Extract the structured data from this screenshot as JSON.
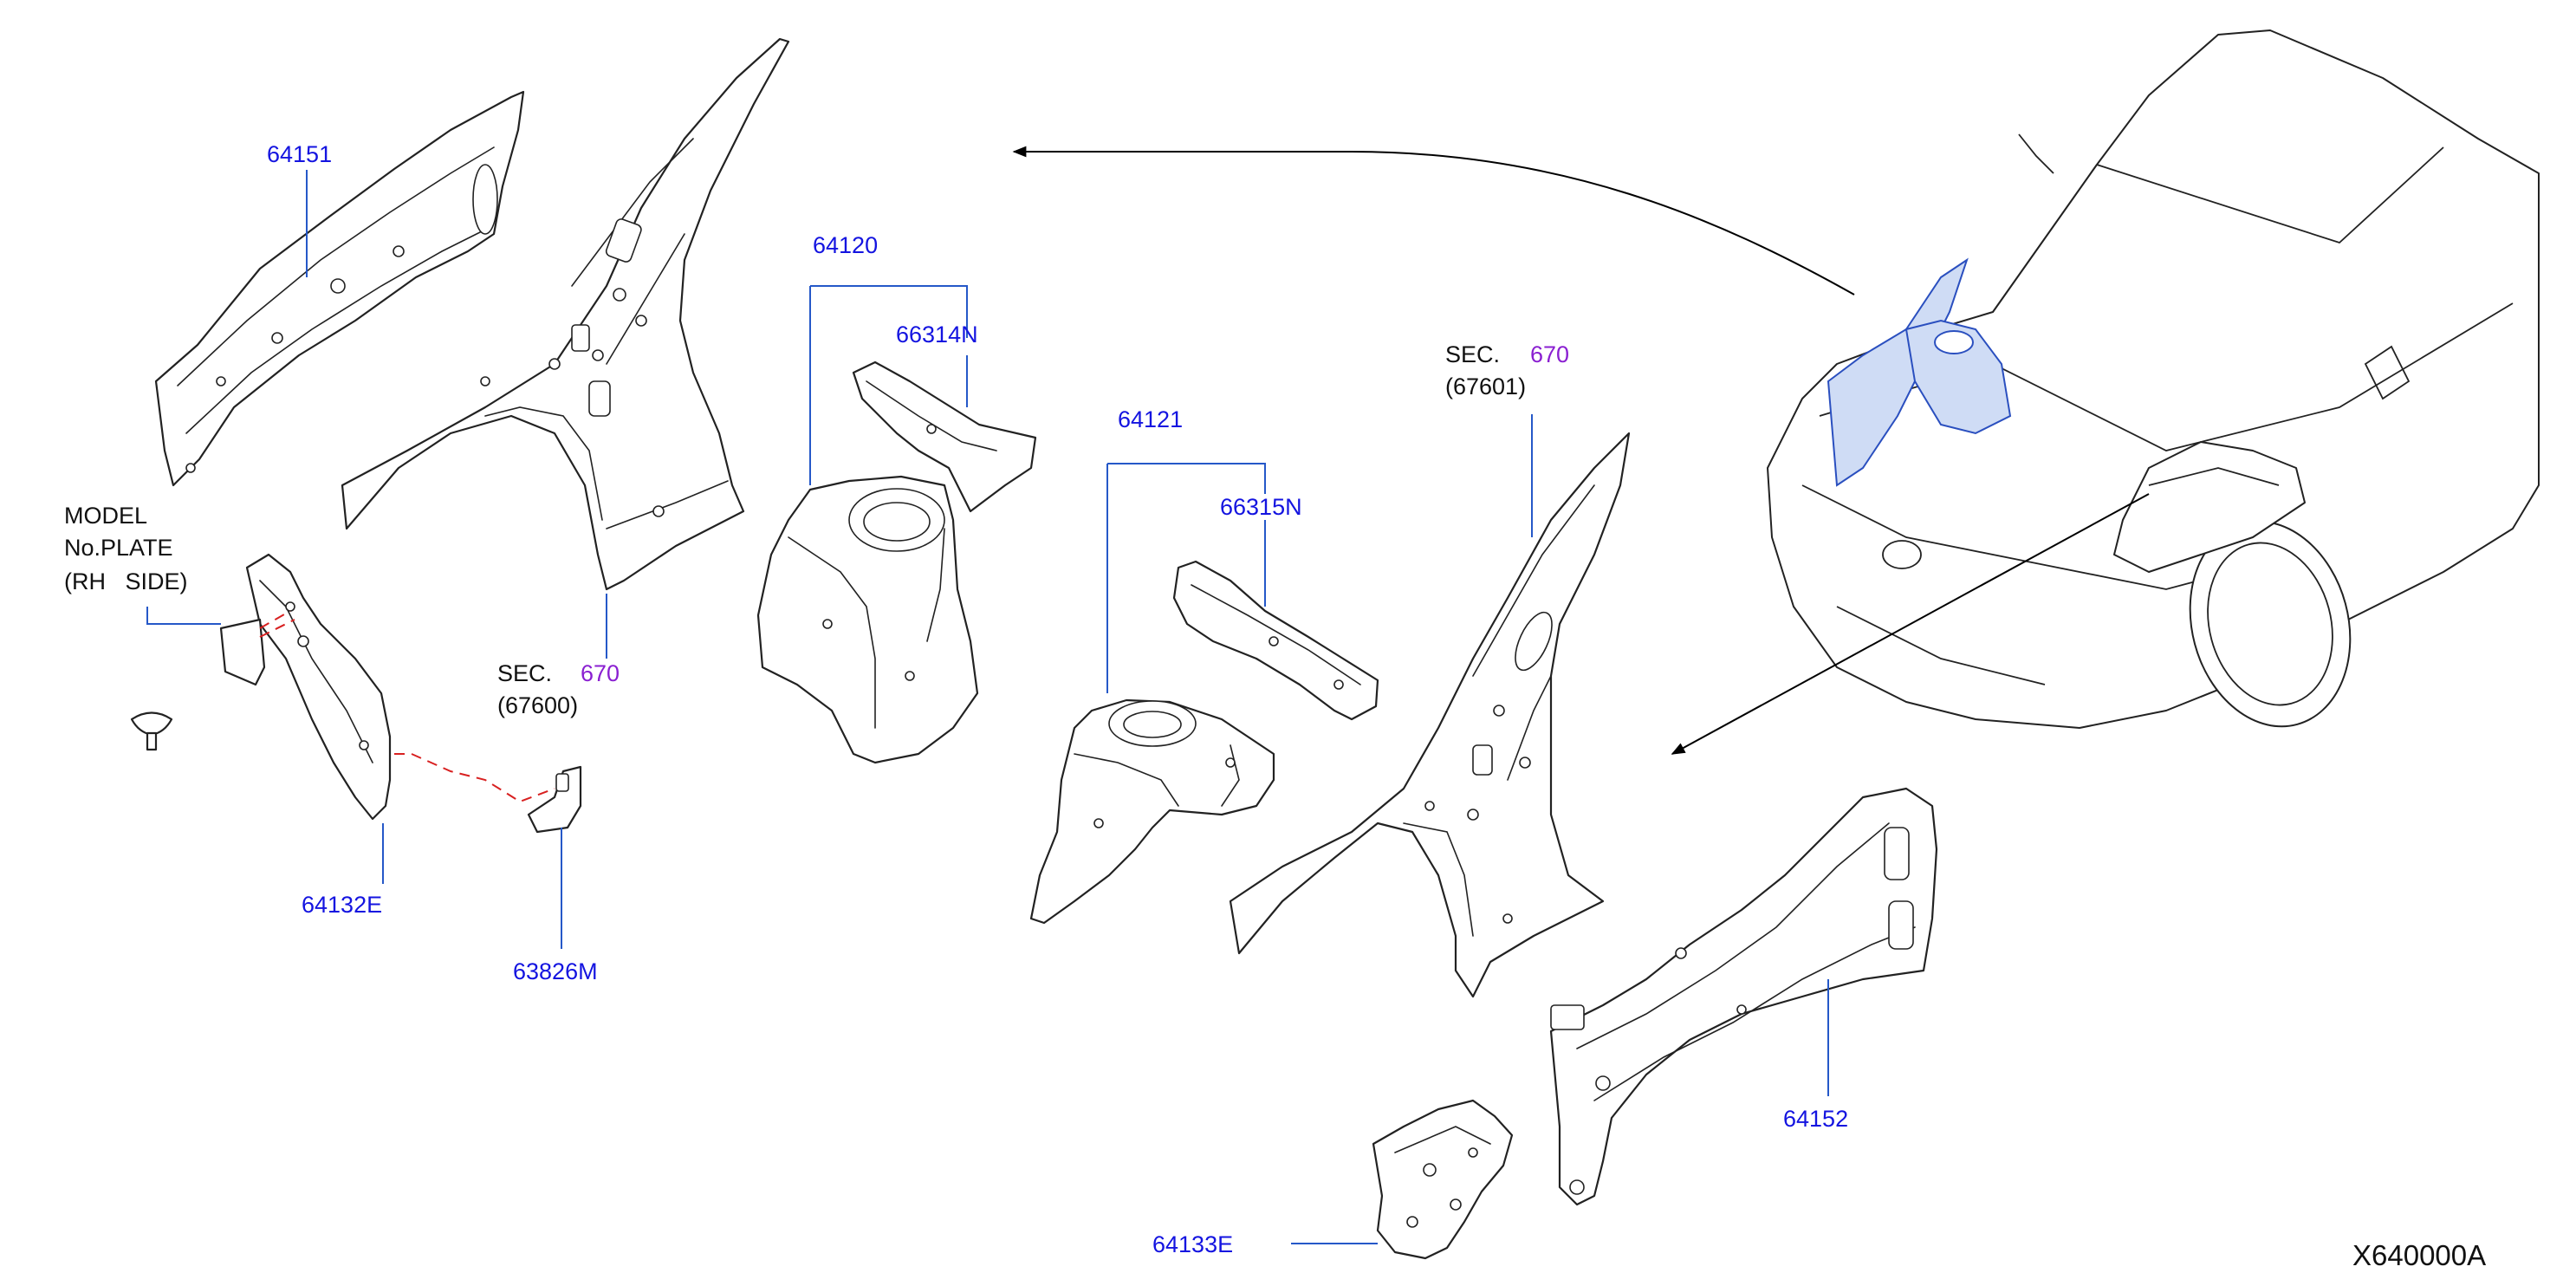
{
  "colors": {
    "part_number": "#1414e0",
    "section_ref": "#8a1fd1",
    "text": "#111111",
    "leader": "#2558c8",
    "red_dashed": "#d82020",
    "arrow": "#000000",
    "highlight": "#cfdcf5"
  },
  "callouts": {
    "p64151": "64151",
    "p64120": "64120",
    "p66314N": "66314N",
    "p64121": "64121",
    "p66315N": "66315N",
    "p64132E": "64132E",
    "p63826M": "63826M",
    "p64152": "64152",
    "p64133E": "64133E"
  },
  "section_refs": {
    "left": {
      "prefix": "SEC.",
      "number": "670",
      "code": "(67600)"
    },
    "right": {
      "prefix": "SEC.",
      "number": "670",
      "code": "(67601)"
    }
  },
  "model_plate": {
    "line1": "MODEL",
    "line2": "No.PLATE",
    "line3": "(RH   SIDE)"
  },
  "diagram_id": "X640000A",
  "icons": [
    "clip-icon",
    "direction-arrow-icon"
  ]
}
